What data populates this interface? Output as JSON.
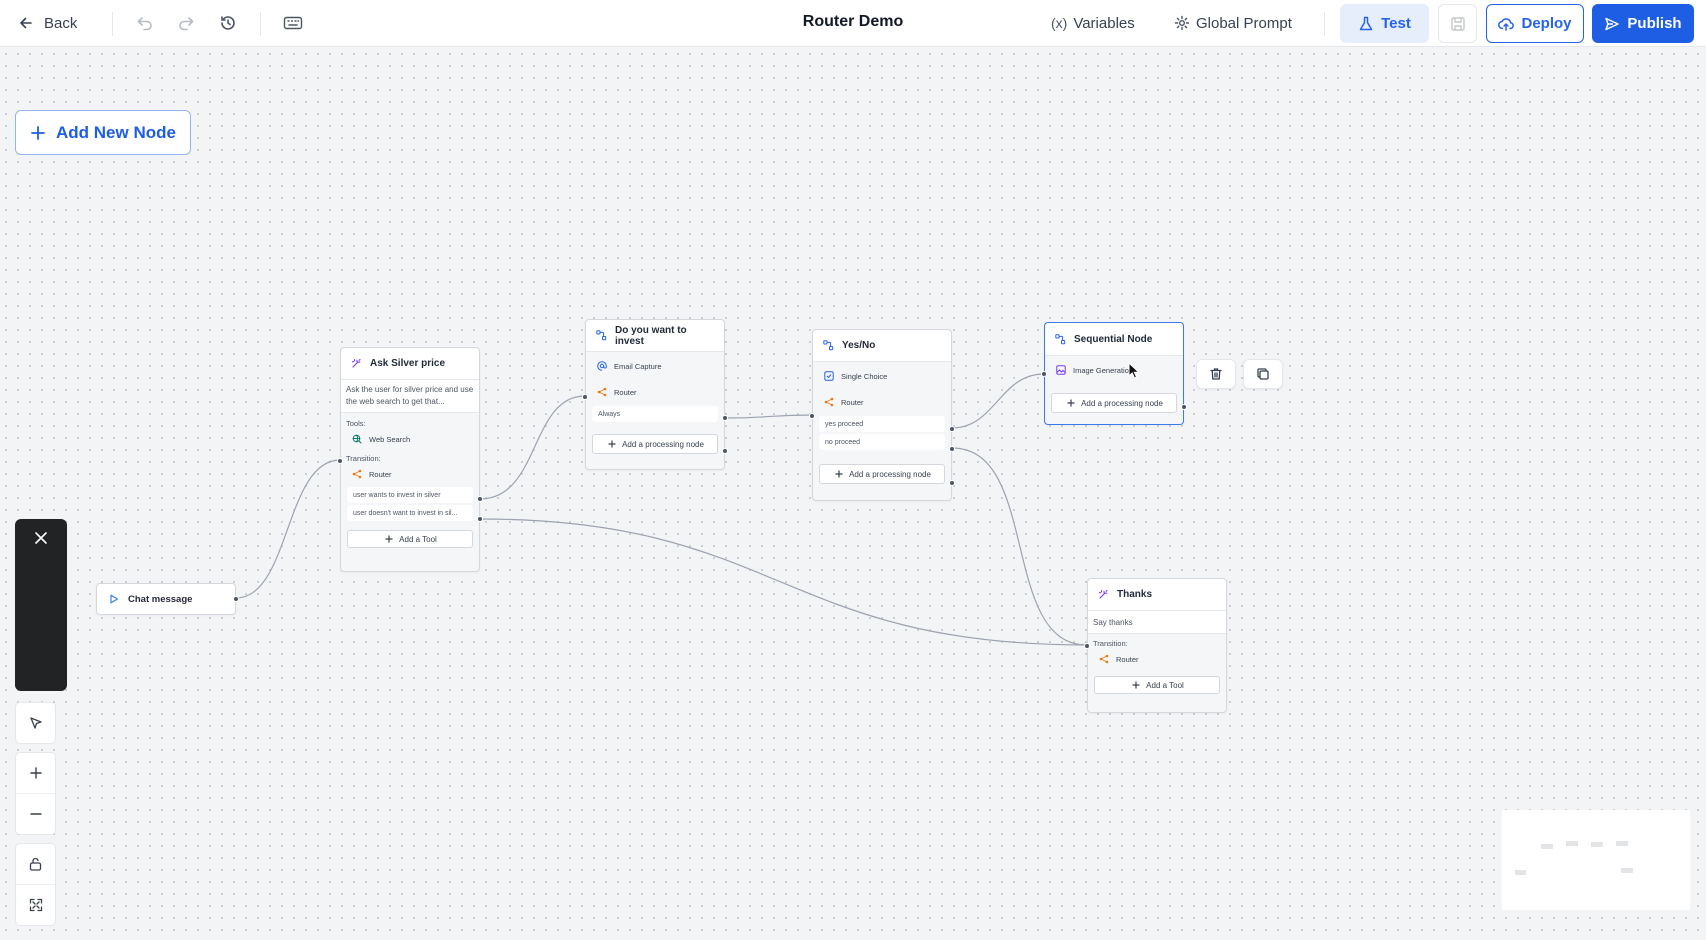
{
  "header": {
    "back_label": "Back",
    "title": "Router Demo",
    "variables_label": "Variables",
    "variables_prefix": "(x)",
    "global_prompt_label": "Global Prompt",
    "test_label": "Test",
    "deploy_label": "Deploy",
    "publish_label": "Publish"
  },
  "canvas": {
    "add_node_label": "Add New Node"
  },
  "nodes": {
    "chat": {
      "title": "Chat message"
    },
    "ask_silver": {
      "title": "Ask Silver price",
      "description": "Ask the user for silver price and use the web search to get that...",
      "tools_label": "Tools:",
      "tool": "Web Search",
      "transition_label": "Transition:",
      "router_label": "Router",
      "conditions": [
        "user wants to invest in silver",
        "user doesn't want to invest in sil..."
      ],
      "add_label": "Add a Tool"
    },
    "invest": {
      "title": "Do you want to invest",
      "capture": "Email Capture",
      "router_label": "Router",
      "conditions": [
        "Always"
      ],
      "add_label": "Add a processing node"
    },
    "yesno": {
      "title": "Yes/No",
      "choice": "Single Choice",
      "router_label": "Router",
      "conditions": [
        "yes proceed",
        "no proceed"
      ],
      "add_label": "Add a processing node"
    },
    "sequential": {
      "title": "Sequential Node",
      "item": "Image Generation",
      "add_label": "Add a processing node"
    },
    "thanks": {
      "title": "Thanks",
      "description": "Say thanks",
      "transition_label": "Transition:",
      "router_label": "Router",
      "add_label": "Add a Tool"
    }
  },
  "colors": {
    "accent": "#1d5ee4",
    "ai_icon": "#7c3aed",
    "router_icon": "#ea7a12",
    "flow_icon": "#2563eb",
    "trigger_icon": "#3b82f6",
    "search_icon": "#0f766e"
  },
  "icons": [
    "arrow-left-icon",
    "undo-icon",
    "redo-icon",
    "history-icon",
    "keyboard-icon",
    "gear-icon",
    "flask-icon",
    "save-icon",
    "cloud-upload-icon",
    "send-icon",
    "plus-icon",
    "trash-icon",
    "copy-icon",
    "close-icon",
    "pointer-icon",
    "minus-icon",
    "unlock-icon",
    "fit-view-icon",
    "sparkle-icon",
    "flow-icon",
    "router-icon",
    "at-icon",
    "check-square-icon",
    "image-icon",
    "play-icon",
    "globe-search-icon"
  ]
}
